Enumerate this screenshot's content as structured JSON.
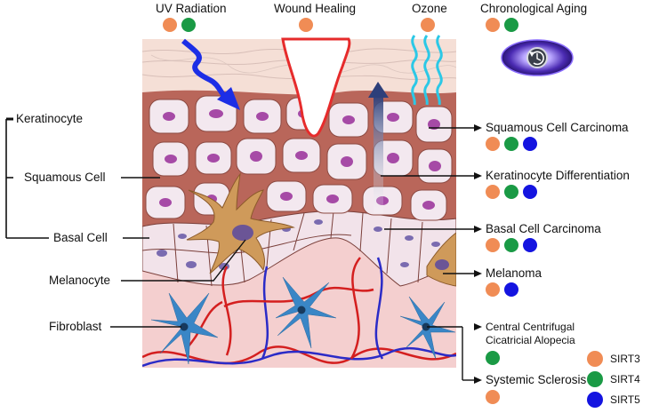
{
  "colors": {
    "SIRT3": "#F08C55",
    "SIRT4": "#1A9A45",
    "SIRT5": "#1414E0"
  },
  "stimuli": [
    {
      "label": "UV Radiation",
      "sirts": [
        "SIRT3",
        "SIRT4"
      ]
    },
    {
      "label": "Wound Healing",
      "sirts": [
        "SIRT3"
      ]
    },
    {
      "label": "Ozone",
      "sirts": [
        "SIRT3"
      ]
    },
    {
      "label": "Chronological Aging",
      "sirts": [
        "SIRT3",
        "SIRT4"
      ]
    }
  ],
  "left_labels": {
    "keratinocyte": "Keratinocyte",
    "squamous": "Squamous Cell",
    "basal": "Basal Cell",
    "melanocyte": "Melanocyte",
    "fibroblast": "Fibroblast"
  },
  "outcomes": [
    {
      "label": "Squamous Cell Carcinoma",
      "sirts": [
        "SIRT3",
        "SIRT4",
        "SIRT5"
      ]
    },
    {
      "label": "Keratinocyte Differentiation",
      "sirts": [
        "SIRT3",
        "SIRT4",
        "SIRT5"
      ]
    },
    {
      "label": "Basal Cell Carcinoma",
      "sirts": [
        "SIRT3",
        "SIRT4",
        "SIRT5"
      ]
    },
    {
      "label": "Melanoma",
      "sirts": [
        "SIRT3",
        "SIRT5"
      ]
    },
    {
      "label": "Central Centrifugal Cicatricial Alopecia",
      "label_lines": [
        "Central Centrifugal",
        "Cicatricial Alopecia"
      ],
      "sirts": [
        "SIRT4"
      ]
    },
    {
      "label": "Systemic Sclerosis",
      "sirts": [
        "SIRT3"
      ]
    }
  ],
  "legend": [
    {
      "label": "SIRT3",
      "key": "SIRT3"
    },
    {
      "label": "SIRT4",
      "key": "SIRT4"
    },
    {
      "label": "SIRT5",
      "key": "SIRT5"
    }
  ],
  "icons": {
    "aging_badge": "clock-rewind-icon"
  }
}
